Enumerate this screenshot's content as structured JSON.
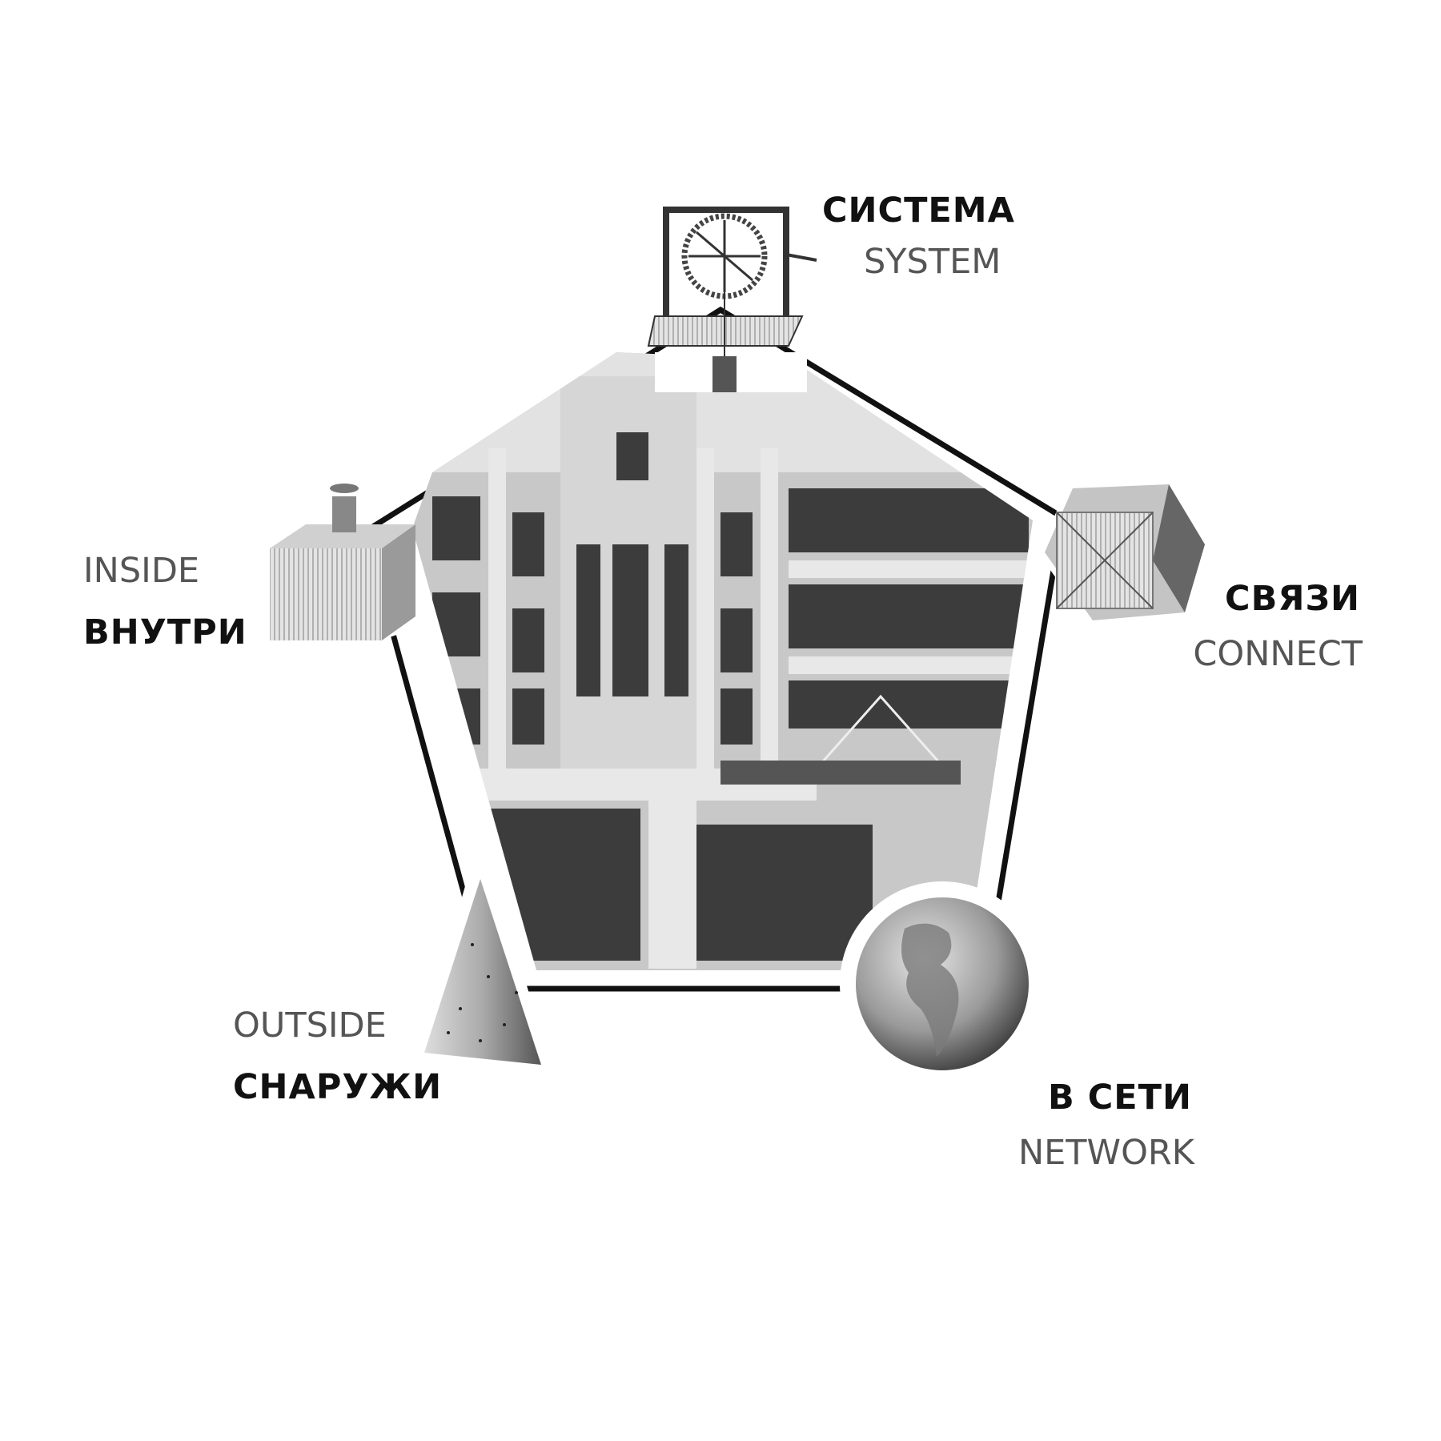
{
  "nodes": {
    "system": {
      "ru": "СИСТЕМА",
      "en": "SYSTEM",
      "icon": "winch-machine-icon"
    },
    "connect": {
      "ru": "СВЯЗИ",
      "en": "CONNECT",
      "icon": "polyhedron-icon"
    },
    "network": {
      "ru": "В СЕТИ",
      "en": "NETWORK",
      "icon": "globe-icon"
    },
    "outside": {
      "ru": "СНАРУЖИ",
      "en": "OUTSIDE",
      "icon": "cone-icon"
    },
    "inside": {
      "ru": "ВНУТРИ",
      "en": "INSIDE",
      "icon": "box-device-icon"
    }
  },
  "colors": {
    "line": "#111111",
    "photo": "#9a9a9a"
  }
}
